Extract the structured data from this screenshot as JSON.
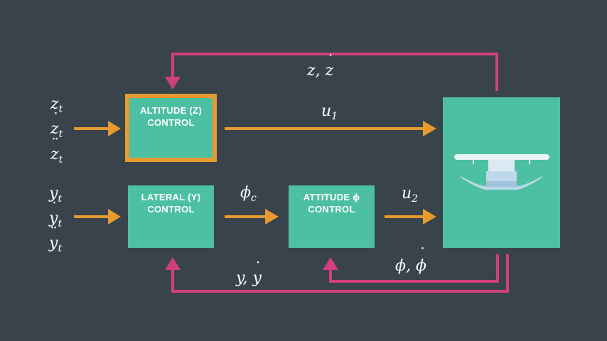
{
  "colors": {
    "background": "#39434b",
    "block": "#4dbfa3",
    "highlight_border": "#e69a2f",
    "feedforward_arrow": "#e69a2f",
    "feedback_arrow": "#d23f7f",
    "drone_body": "#cfe7ee",
    "text": "#ffffff"
  },
  "blocks": {
    "altitude": {
      "line1": "ALTITUDE (Z)",
      "line2": "CONTROL"
    },
    "lateral": {
      "line1": "LATERAL (Y)",
      "line2": "CONTROL"
    },
    "attitude": {
      "line1": "ATTITUDE ϕ",
      "line2": "CONTROL"
    }
  },
  "plant_icon": "quadrotor-drone-icon",
  "inputs": {
    "z": {
      "symbol": "z",
      "subscript": "t"
    },
    "y": {
      "symbol": "y",
      "subscript": "t"
    }
  },
  "signals": {
    "u1": {
      "symbol": "u",
      "subscript": "1"
    },
    "u2": {
      "symbol": "u",
      "subscript": "2"
    },
    "phi_c": {
      "symbol": "ϕ",
      "subscript": "c"
    },
    "z_feedback": {
      "a": "z",
      "sep": ", ",
      "b": "z"
    },
    "y_feedback": {
      "a": "y",
      "sep": ", ",
      "b": "y"
    },
    "phi_feedback": {
      "a": "ϕ",
      "sep": ", ",
      "b": "ϕ"
    }
  }
}
